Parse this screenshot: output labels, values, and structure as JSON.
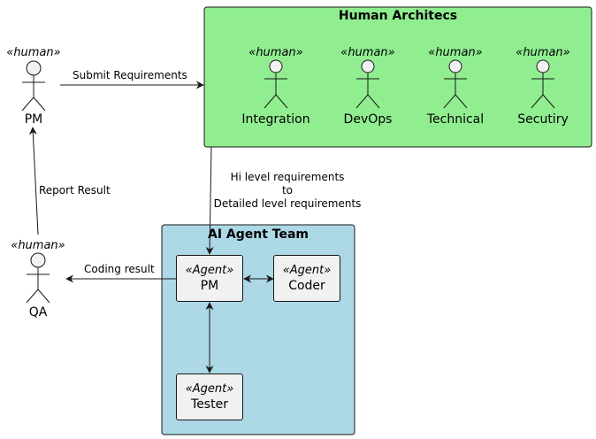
{
  "colors": {
    "architects_fill": "#90EE90",
    "agent_team_fill": "#ADD8E6",
    "node_fill": "#F1F1F1",
    "stroke": "#181818"
  },
  "actors": {
    "pm": {
      "stereotype": "«human»",
      "name": "PM",
      "icon": "stick-figure-icon"
    },
    "qa": {
      "stereotype": "«human»",
      "name": "QA",
      "icon": "stick-figure-icon"
    }
  },
  "architects": {
    "title": "Human Architecs",
    "members": [
      {
        "stereotype": "«human»",
        "name": "Integration"
      },
      {
        "stereotype": "«human»",
        "name": "DevOps"
      },
      {
        "stereotype": "«human»",
        "name": "Technical"
      },
      {
        "stereotype": "«human»",
        "name": "Secutiry"
      }
    ]
  },
  "agent_team": {
    "title": "AI Agent Team",
    "nodes": [
      {
        "stereotype": "«Agent»",
        "name": "PM"
      },
      {
        "stereotype": "«Agent»",
        "name": "Coder"
      },
      {
        "stereotype": "«Agent»",
        "name": "Tester"
      }
    ]
  },
  "edges": {
    "submit_requirements": "Submit Requirements",
    "hi_level_line1": "Hi level requirements",
    "hi_level_line2": "to",
    "hi_level_line3": "Detailed level requirements",
    "coding_result": "Coding result",
    "report_result": "Report Result"
  }
}
